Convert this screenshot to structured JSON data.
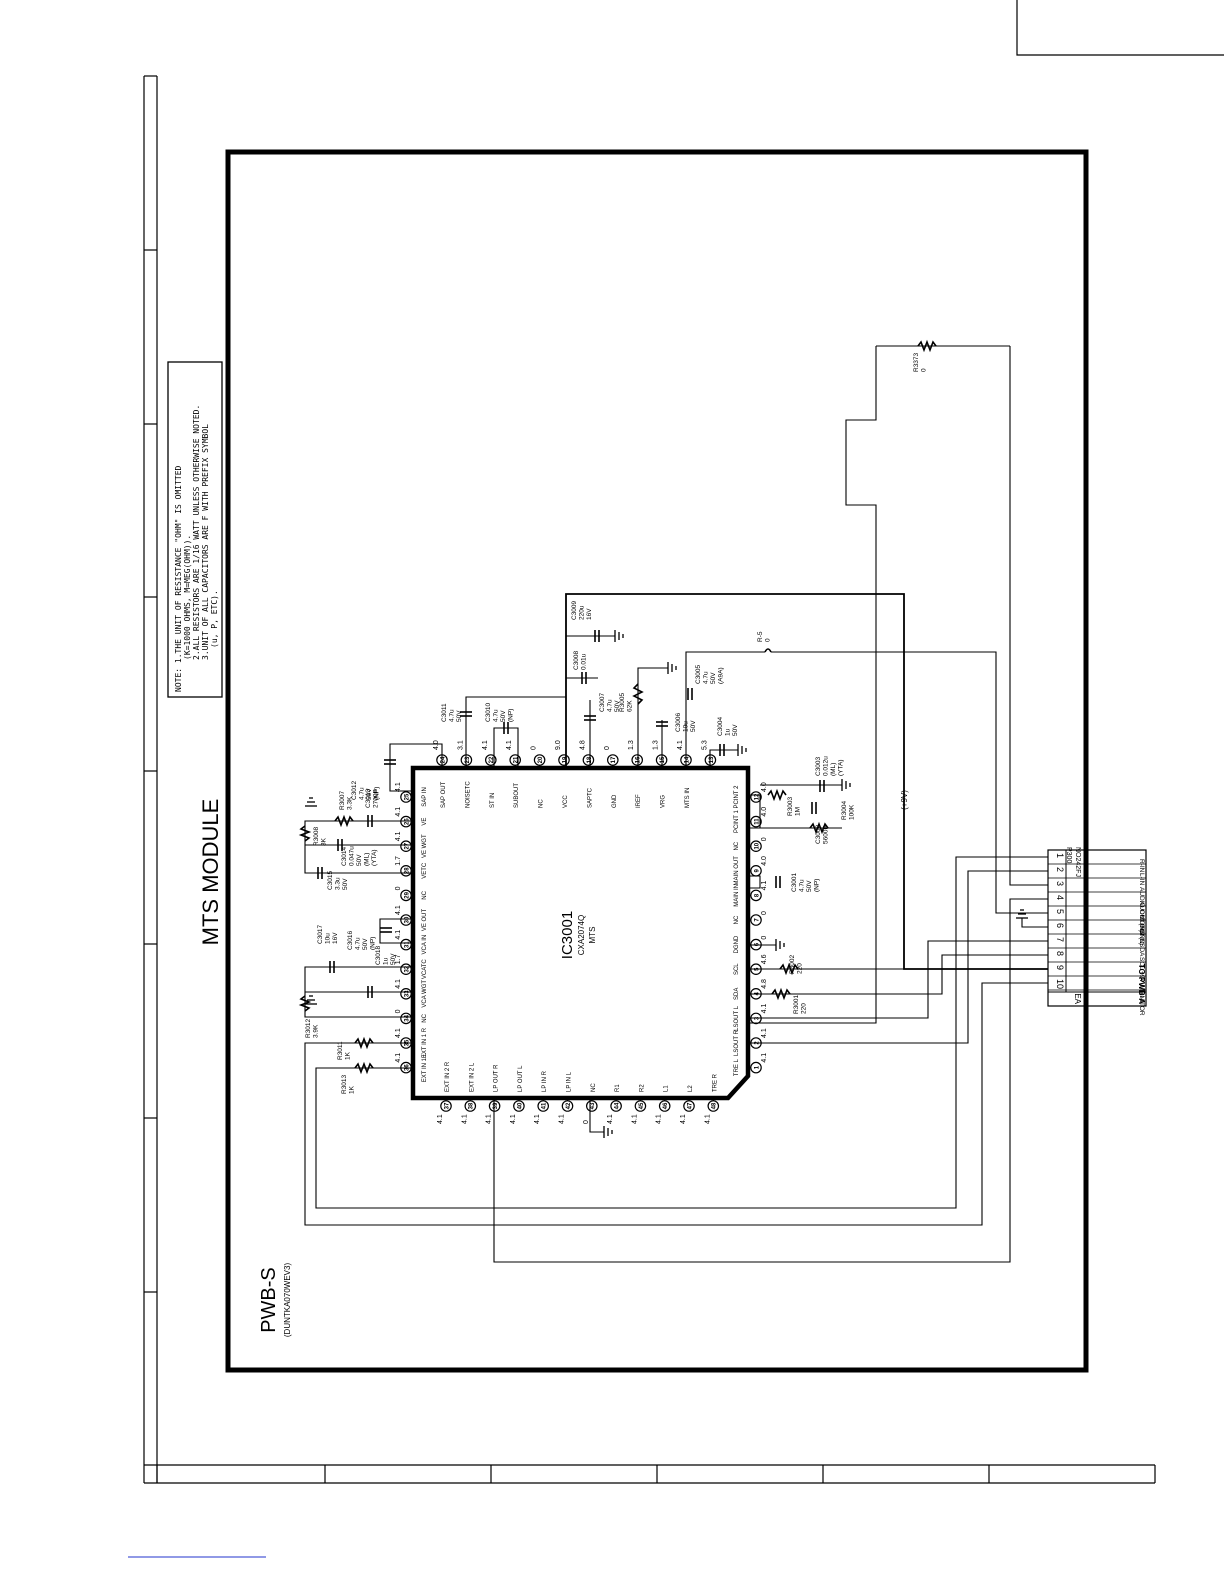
{
  "module_title": "MTS MODULE",
  "board": {
    "name": "PWB-S",
    "part": "(DUNTKA070WEV3)"
  },
  "notes": [
    "NOTE: 1.THE UNIT OF RESISTANCE \"OHM\" IS OMITTED",
    "(K=1000 OHMS, M=MEG(OHM)).",
    "2.ALL RESISTORS ARE 1/16 WATT UNLESS OTHERWISE NOTED.",
    "3.UNIT OF ALL CAPACITORS ARE F WITH PREFIX SYMBOL",
    "(u, P, ETC)."
  ],
  "ic": {
    "ref": "IC3001",
    "part": "CXA2074Q",
    "func": "MTS"
  },
  "top_pins": [
    {
      "num": "24",
      "name": "SAP OUT",
      "volt": "4.0"
    },
    {
      "num": "23",
      "name": "NOISETC",
      "volt": "3.1"
    },
    {
      "num": "22",
      "name": "ST IN",
      "volt": "4.1"
    },
    {
      "num": "21",
      "name": "SUBOUT",
      "volt": "4.1"
    },
    {
      "num": "20",
      "name": "NC",
      "volt": "0"
    },
    {
      "num": "19",
      "name": "VCC",
      "volt": "9.0"
    },
    {
      "num": "18",
      "name": "SAPTC",
      "volt": "4.8"
    },
    {
      "num": "17",
      "name": "GND",
      "volt": "0"
    },
    {
      "num": "16",
      "name": "IREF",
      "volt": "1.3"
    },
    {
      "num": "15",
      "name": "VRG",
      "volt": "1.3"
    },
    {
      "num": "14",
      "name": "MTS IN",
      "volt": "4.1"
    },
    {
      "num": "13",
      "name": "",
      "volt": "5.3"
    }
  ],
  "left_pins": [
    {
      "num": "25",
      "name": "SAP IN",
      "volt": "4.1"
    },
    {
      "num": "26",
      "name": "VE",
      "volt": "4.1"
    },
    {
      "num": "27",
      "name": "VE WGT",
      "volt": "4.1"
    },
    {
      "num": "28",
      "name": "VETC",
      "volt": "1.7"
    },
    {
      "num": "29",
      "name": "NC",
      "volt": "0"
    },
    {
      "num": "30",
      "name": "VE OUT",
      "volt": "4.1"
    },
    {
      "num": "31",
      "name": "VCA IN",
      "volt": "4.1"
    },
    {
      "num": "32",
      "name": "VCATC",
      "volt": "1.7"
    },
    {
      "num": "33",
      "name": "VCA WGT",
      "volt": "4.1"
    },
    {
      "num": "34",
      "name": "NC",
      "volt": "0"
    },
    {
      "num": "35",
      "name": "EXT IN 1 R",
      "volt": "4.1"
    },
    {
      "num": "36",
      "name": "EXT IN 1 L",
      "volt": "4.1"
    }
  ],
  "bottom_pins": [
    {
      "num": "37",
      "name": "EXT IN 2 R",
      "volt": "4.1"
    },
    {
      "num": "38",
      "name": "EXT IN 2 L",
      "volt": "4.1"
    },
    {
      "num": "39",
      "name": "LP OUT R",
      "volt": "4.1"
    },
    {
      "num": "40",
      "name": "LP OUT L",
      "volt": "4.1"
    },
    {
      "num": "41",
      "name": "LP IN R",
      "volt": "4.1"
    },
    {
      "num": "42",
      "name": "LP IN L",
      "volt": "4.1"
    },
    {
      "num": "43",
      "name": "NC",
      "volt": "0"
    },
    {
      "num": "44",
      "name": "R1",
      "volt": "4.1"
    },
    {
      "num": "45",
      "name": "R2",
      "volt": "4.1"
    },
    {
      "num": "46",
      "name": "L1",
      "volt": "4.1"
    },
    {
      "num": "47",
      "name": "L2",
      "volt": "4.1"
    },
    {
      "num": "48",
      "name": "TRE R",
      "volt": "4.1"
    }
  ],
  "right_pins": [
    {
      "num": "12",
      "name": "PCINT 2",
      "volt": "4.0"
    },
    {
      "num": "11",
      "name": "PCINT 1",
      "volt": "4.0"
    },
    {
      "num": "10",
      "name": "NC",
      "volt": "0"
    },
    {
      "num": "9",
      "name": "MAIN OUT",
      "volt": "4.0"
    },
    {
      "num": "8",
      "name": "MAIN IN",
      "volt": "4.1"
    },
    {
      "num": "7",
      "name": "NC",
      "volt": "0"
    },
    {
      "num": "6",
      "name": "DGND",
      "volt": "0"
    },
    {
      "num": "5",
      "name": "SCL",
      "volt": "4.6"
    },
    {
      "num": "4",
      "name": "SDA",
      "volt": "4.8"
    },
    {
      "num": "3",
      "name": "LSOUT L",
      "volt": "4.1"
    },
    {
      "num": "2",
      "name": "LSOUT R",
      "volt": "4.1"
    },
    {
      "num": "1",
      "name": "TRE L",
      "volt": "4.1"
    }
  ],
  "components": [
    {
      "ref": "C3012",
      "lines": [
        "C3012",
        "4.7u",
        "50V",
        "(NP)"
      ]
    },
    {
      "ref": "C3011",
      "lines": [
        "C3011",
        "4.7u",
        "50V"
      ]
    },
    {
      "ref": "C3010",
      "lines": [
        "C3010",
        "4.7u",
        "50V",
        "(NP)"
      ]
    },
    {
      "ref": "C3009",
      "lines": [
        "C3009",
        "220u",
        "16V"
      ]
    },
    {
      "ref": "C3008",
      "lines": [
        "C3008",
        "0.01u"
      ]
    },
    {
      "ref": "C3007",
      "lines": [
        "C3007",
        "4.7u",
        "50V"
      ]
    },
    {
      "ref": "R3005",
      "lines": [
        "R3005",
        "62K"
      ]
    },
    {
      "ref": "C3006",
      "lines": [
        "C3006",
        "10u",
        "50V"
      ]
    },
    {
      "ref": "C3005",
      "lines": [
        "C3005",
        "4.7u",
        "50V",
        "(A9A)"
      ]
    },
    {
      "ref": "C3004",
      "lines": [
        "C3004",
        "1u",
        "50V"
      ]
    },
    {
      "ref": "R3007",
      "lines": [
        "R3007",
        "3.3K"
      ]
    },
    {
      "ref": "C3013",
      "lines": [
        "C3013",
        "2700P"
      ]
    },
    {
      "ref": "R3008",
      "lines": [
        "R3008",
        "3K"
      ]
    },
    {
      "ref": "C3014",
      "lines": [
        "C3014",
        "0.047u",
        "50V",
        "(ML)",
        "(YTA)"
      ]
    },
    {
      "ref": "C3015",
      "lines": [
        "C3015",
        "3.3u",
        "50V"
      ]
    },
    {
      "ref": "C3016",
      "lines": [
        "C3016",
        "4.7u",
        "50V",
        "(NP)"
      ]
    },
    {
      "ref": "C3017",
      "lines": [
        "C3017",
        "10u",
        "16V"
      ]
    },
    {
      "ref": "C3018",
      "lines": [
        "C3018",
        "1u",
        "50V"
      ]
    },
    {
      "ref": "R3012",
      "lines": [
        "R3012",
        "3.9K"
      ]
    },
    {
      "ref": "R3011",
      "lines": [
        "R3011",
        "1K"
      ]
    },
    {
      "ref": "R3013",
      "lines": [
        "R3013",
        "1K"
      ]
    },
    {
      "ref": "R3003",
      "lines": [
        "R3003",
        "1M"
      ]
    },
    {
      "ref": "C3002",
      "lines": [
        "C3002",
        "5600P"
      ]
    },
    {
      "ref": "C3003",
      "lines": [
        "C3003",
        "0.012u",
        "(ML)",
        "(YTA)"
      ]
    },
    {
      "ref": "R3004",
      "lines": [
        "R3004",
        "100K"
      ]
    },
    {
      "ref": "C3001",
      "lines": [
        "C3001",
        "4.7u",
        "50V",
        "(NP)"
      ]
    },
    {
      "ref": "R3002",
      "lines": [
        "R3002",
        "220"
      ]
    },
    {
      "ref": "R3001",
      "lines": [
        "R3001",
        "220"
      ]
    },
    {
      "ref": "R373",
      "lines": [
        "R3373",
        "0"
      ]
    },
    {
      "ref": "R5",
      "lines": [
        "R-5",
        "0"
      ]
    }
  ],
  "rail_label": "(+9V)",
  "connector": {
    "ref": "P300",
    "part": "NO242FJ",
    "to": "TO PWB-A",
    "code": "EA",
    "pins": [
      {
        "num": "1",
        "name": "R-IN"
      },
      {
        "num": "2",
        "name": "L-IN"
      },
      {
        "num": "3",
        "name": "AUDIO OUT(R)"
      },
      {
        "num": "4",
        "name": "AUDIO OUT(L)"
      },
      {
        "num": "5",
        "name": "MONO IN"
      },
      {
        "num": "6",
        "name": "GND"
      },
      {
        "num": "7",
        "name": "SDA"
      },
      {
        "num": "8",
        "name": "SCL"
      },
      {
        "num": "9",
        "name": "+9V"
      },
      {
        "num": "10",
        "name": "MONITOR"
      }
    ]
  }
}
